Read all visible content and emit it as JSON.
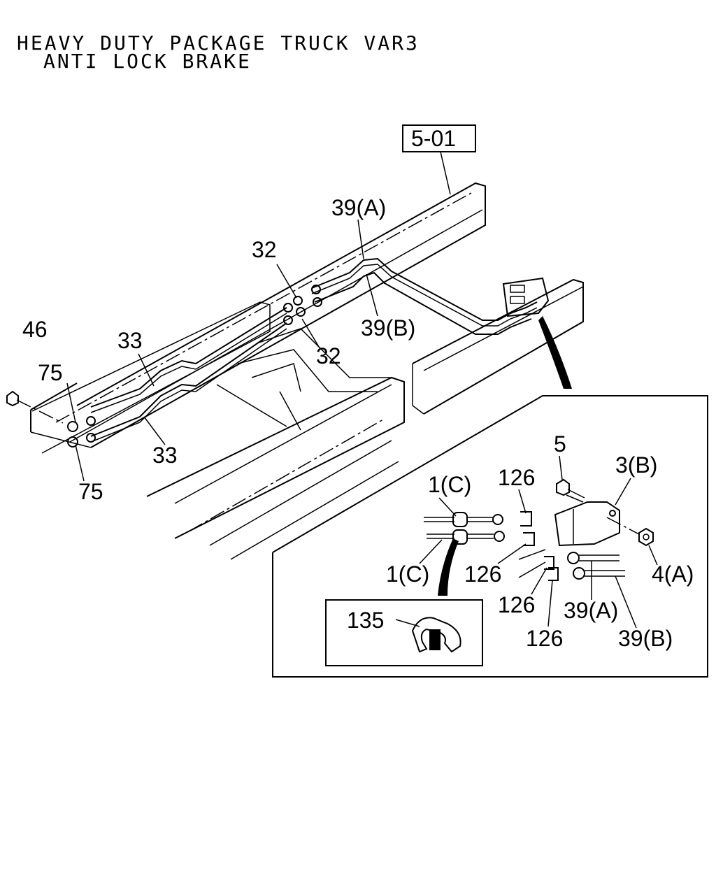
{
  "title": {
    "line1": "HEAVY DUTY PACKAGE TRUCK VAR3",
    "line2": "ANTI LOCK BRAKE"
  },
  "ref_box": "5-01",
  "labels": {
    "l46": "46",
    "l75a": "75",
    "l75b": "75",
    "l33a": "33",
    "l33b": "33",
    "l32a": "32",
    "l32b": "32",
    "l39a_top": "39(A)",
    "l39b_top": "39(B)",
    "l5": "5",
    "l3b": "3(B)",
    "l126a": "126",
    "l126b": "126",
    "l126c": "126",
    "l126d": "126",
    "l1ca": "1(C)",
    "l1cb": "1(C)",
    "l4a": "4(A)",
    "l39a_det": "39(A)",
    "l39b_det": "39(B)",
    "l135": "135"
  }
}
